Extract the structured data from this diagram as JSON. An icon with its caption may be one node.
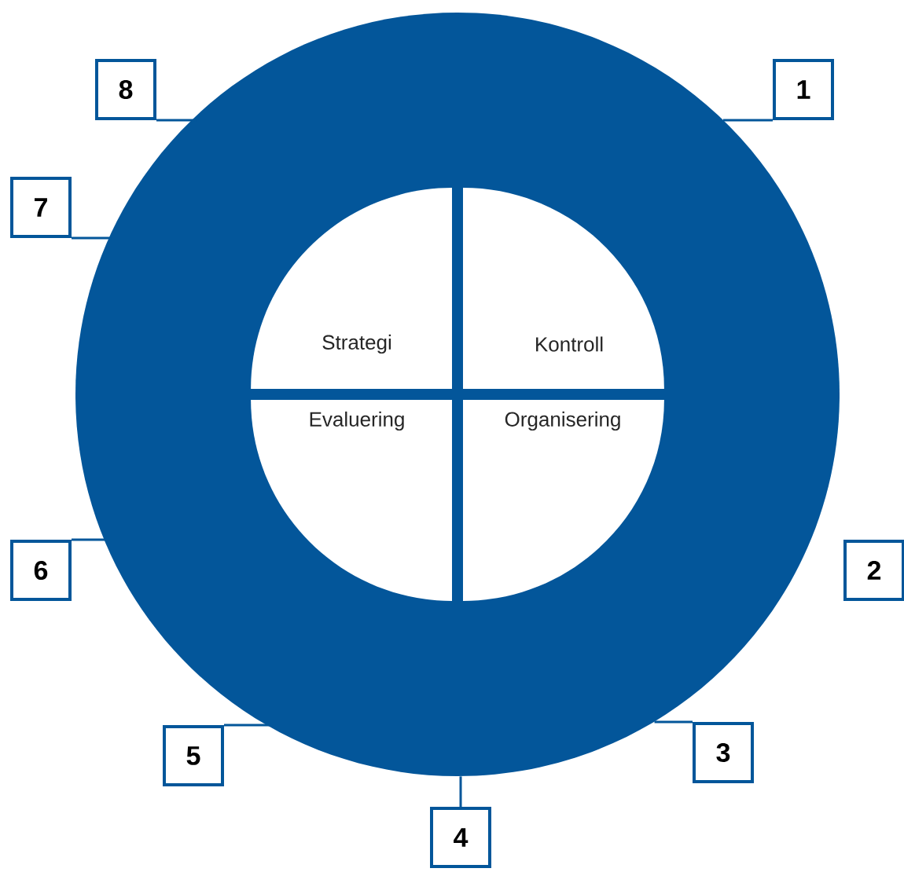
{
  "diagram": {
    "nodes": [
      {
        "text": [],
        "shape": "circle"
      },
      {
        "text": [
          "Strategi"
        ],
        "in": 0
      },
      {
        "text": [
          "Kontroll"
        ],
        "in": 0
      },
      {
        "text": [
          "Evaluering"
        ],
        "in": 0
      },
      {
        "text": [
          "Organisering"
        ],
        "in": 0
      },
      {
        "text": [
          "8"
        ]
      },
      {
        "text": [
          "1"
        ]
      },
      {
        "text": [
          "7"
        ]
      },
      {
        "text": [
          "6"
        ]
      },
      {
        "text": [
          "2"
        ]
      },
      {
        "text": [
          "5"
        ]
      },
      {
        "text": [
          "3"
        ]
      },
      {
        "text": [
          "4"
        ]
      }
    ],
    "edges": [
      {
        "from": 5,
        "to": 0,
        "arrow": "none"
      },
      {
        "from": 6,
        "to": 0,
        "arrow": "none"
      },
      {
        "from": 7,
        "to": 0,
        "arrow": "none"
      },
      {
        "from": 8,
        "to": 0,
        "arrow": "none"
      },
      {
        "from": 10,
        "to": 0,
        "arrow": "none"
      },
      {
        "from": 11,
        "to": 0,
        "arrow": "none"
      },
      {
        "from": 12,
        "to": 0,
        "arrow": "none"
      }
    ]
  }
}
